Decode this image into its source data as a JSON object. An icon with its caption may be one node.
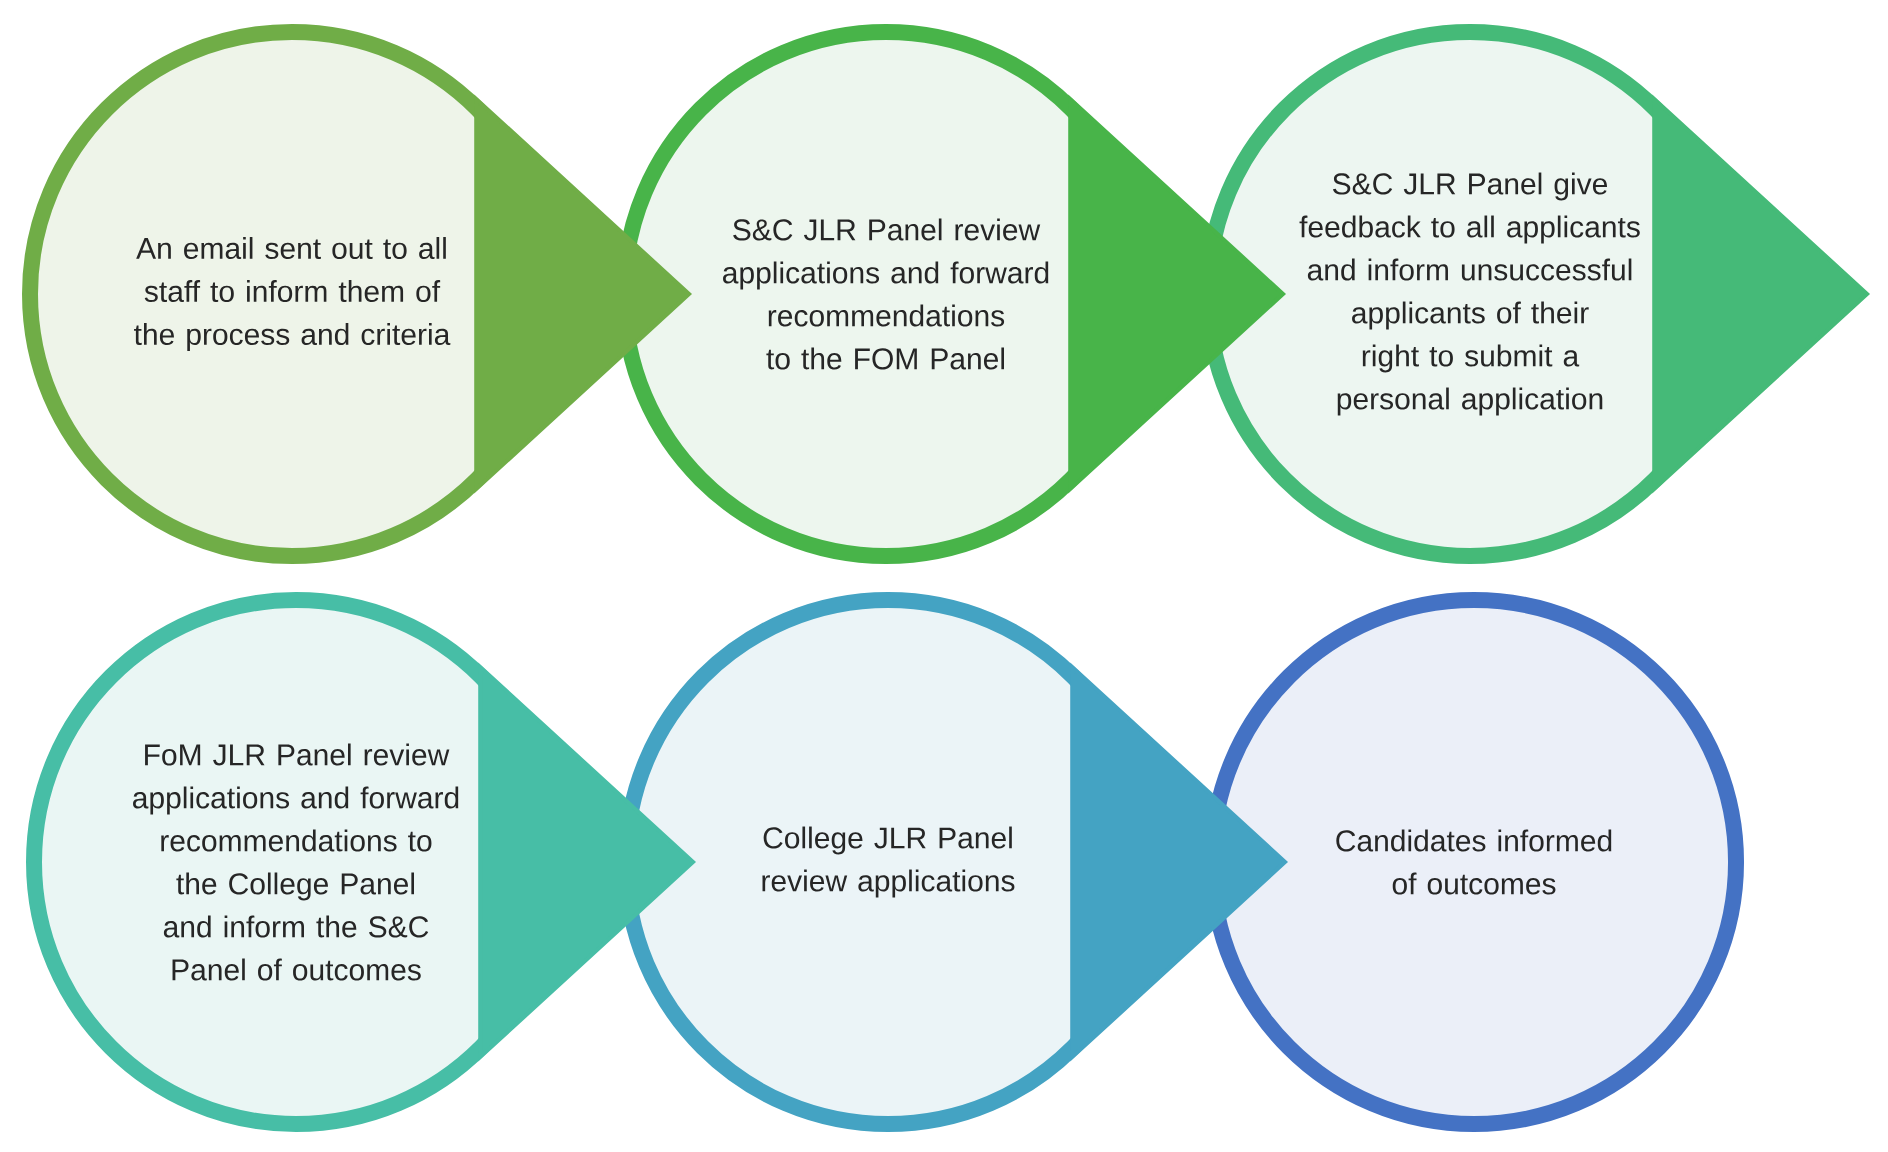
{
  "diagram": {
    "nodes": [
      {
        "text": [
          "An email sent out to all staff to inform them of the process and criteria"
        ]
      },
      {
        "text": [
          "S&C JLR Panel review applications and forward recommendations to the FOM Panel"
        ]
      },
      {
        "text": [
          "S&C JLR Panel give feedback to all applicants and inform unsuccessful applicants of their right to submit a personal application"
        ]
      },
      {
        "text": [
          "FoM JLR Panel review applications and forward recommendations to the College Panel and inform the S&C Panel of outcomes"
        ]
      },
      {
        "text": [
          "College JLR Panel review applications"
        ]
      },
      {
        "text": [
          "Candidates informed of outcomes"
        ]
      }
    ],
    "edges": [
      {
        "from": 0,
        "to": 1,
        "arrow": "to",
        "color": "#70ad47"
      },
      {
        "from": 1,
        "to": 2,
        "arrow": "to",
        "color": "#48b449"
      },
      {
        "from": 2,
        "to": null,
        "arrow": "to",
        "color": "#45ba78"
      },
      {
        "from": 3,
        "to": 4,
        "arrow": "to",
        "color": "#47bea6"
      },
      {
        "from": 4,
        "to": 5,
        "arrow": "to",
        "color": "#44a3c3"
      }
    ]
  }
}
